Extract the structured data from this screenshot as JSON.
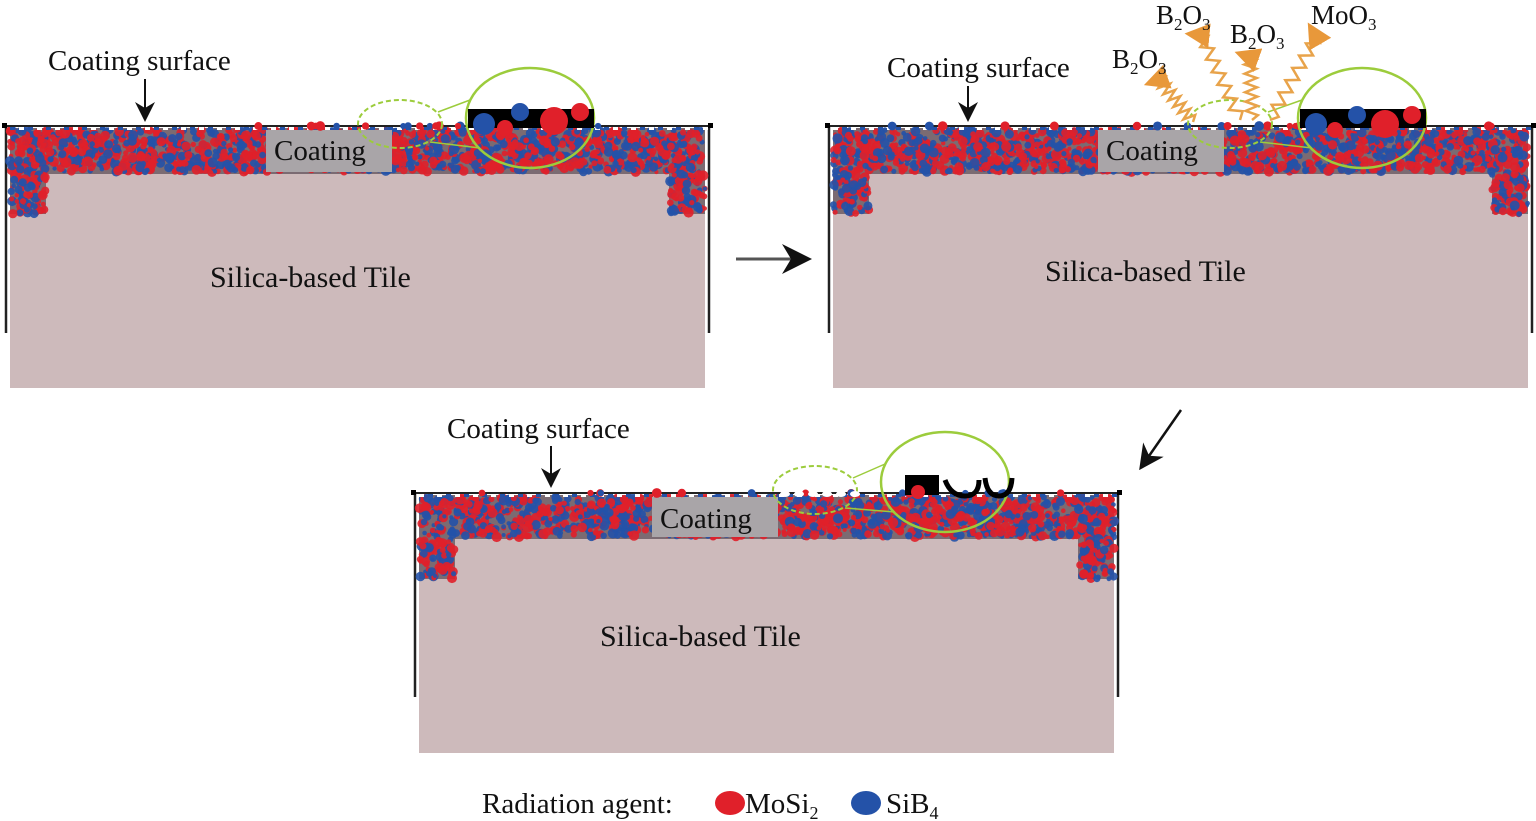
{
  "figure": {
    "title": "Coating radiation-agent oxidation process",
    "panels": [
      {
        "id": "panel-initial",
        "surface_label": "Coating surface",
        "coating_label": "Coating",
        "tile_label": "Silica-based Tile",
        "surface_state": "intact",
        "volatiles": []
      },
      {
        "id": "panel-oxidation",
        "surface_label": "Coating surface",
        "coating_label": "Coating",
        "tile_label": "Silica-based Tile",
        "surface_state": "oxidizing",
        "volatiles": [
          {
            "main": "B",
            "sub1": "2",
            "main2": "O",
            "sub2": "3"
          },
          {
            "main": "B",
            "sub1": "2",
            "main2": "O",
            "sub2": "3"
          },
          {
            "main": "B",
            "sub1": "2",
            "main2": "O",
            "sub2": "3"
          },
          {
            "main": "MoO",
            "sub1": "",
            "main2": "",
            "sub2": "3"
          }
        ]
      },
      {
        "id": "panel-depleted",
        "surface_label": "Coating surface",
        "coating_label": "Coating",
        "tile_label": "Silica-based Tile",
        "surface_state": "depleted",
        "volatiles": []
      }
    ],
    "flow_arrows": [
      "panel-initial → panel-oxidation",
      "panel-oxidation → panel-depleted"
    ],
    "legend": {
      "title": "Radiation agent:",
      "items": [
        {
          "name": "MoSi",
          "sub": "2",
          "color": "#e0202a"
        },
        {
          "name": "SiB",
          "sub": "4",
          "color": "#2452a8"
        }
      ]
    },
    "colors": {
      "tile": "#cdbabb",
      "coating_matrix": "#7b6b72",
      "coating_label_bg": "#a9a5a8",
      "mosi2": "#e0202a",
      "sib4": "#2452a8",
      "zoom_callout": "#9ccc3c",
      "volatile_wave": "#e8a34a",
      "frame": "#222222"
    }
  }
}
